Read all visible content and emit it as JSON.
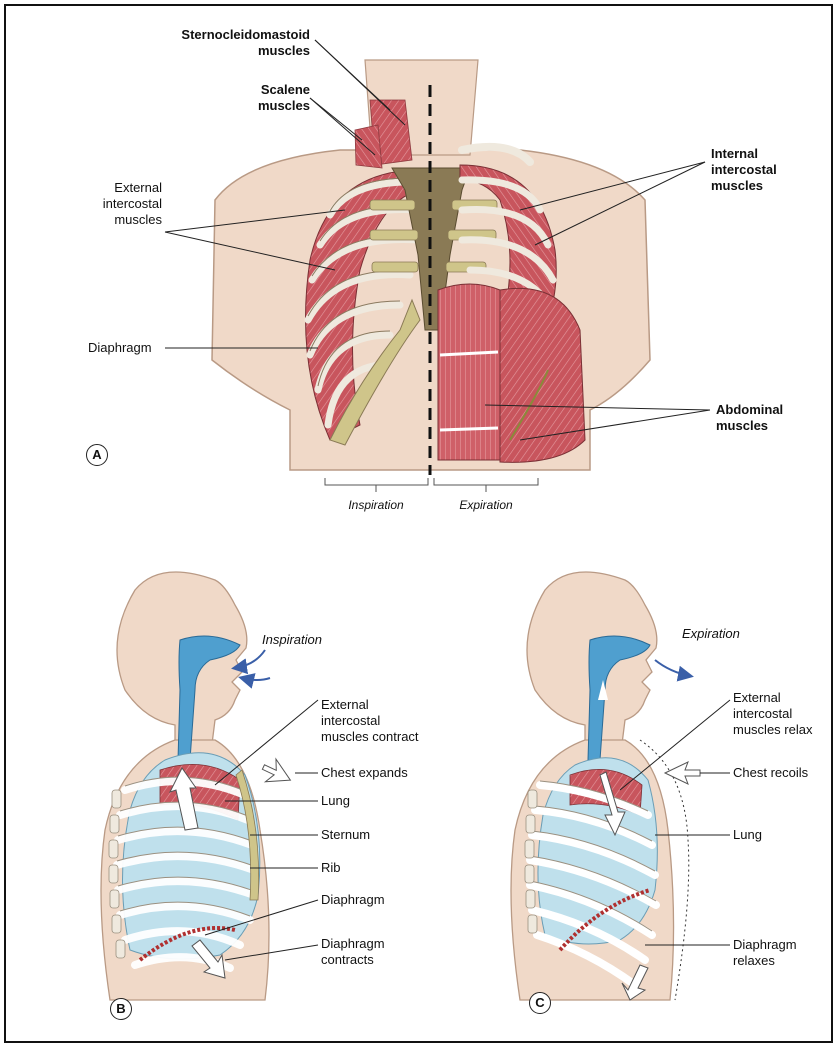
{
  "panel_a": {
    "label": "A",
    "sternocleidomastoid": "Sternocleidomastoid\nmuscles",
    "scalene": "Scalene\nmuscles",
    "external_intercostal": "External\nintercostal\nmuscles",
    "diaphragm": "Diaphragm",
    "internal_intercostal": "Internal\nintercostal\nmuscles",
    "abdominal": "Abdominal\nmuscles",
    "inspiration": "Inspiration",
    "expiration": "Expiration"
  },
  "panel_b": {
    "label": "B",
    "title": "Inspiration",
    "ext_contract": "External\nintercostal\nmuscles contract",
    "chest_expands": "Chest expands",
    "lung": "Lung",
    "sternum": "Sternum",
    "rib": "Rib",
    "diaphragm": "Diaphragm",
    "diaphragm_contracts": "Diaphragm\ncontracts"
  },
  "panel_c": {
    "label": "C",
    "title": "Expiration",
    "ext_relax": "External\nintercostal\nmuscles relax",
    "chest_recoils": "Chest recoils",
    "lung": "Lung",
    "diaphragm_relaxes": "Diaphragm\nrelaxes"
  },
  "colors": {
    "skin": "#f0d9c8",
    "muscle": "#c8555d",
    "muscle_light": "#dc8a8f",
    "bone": "#efe9de",
    "cartilage": "#cfc58a",
    "sternum": "#8a7a55",
    "lung": "#bfe0ec",
    "airway": "#4f9fcf",
    "arrow_blue": "#3a5fa8"
  }
}
